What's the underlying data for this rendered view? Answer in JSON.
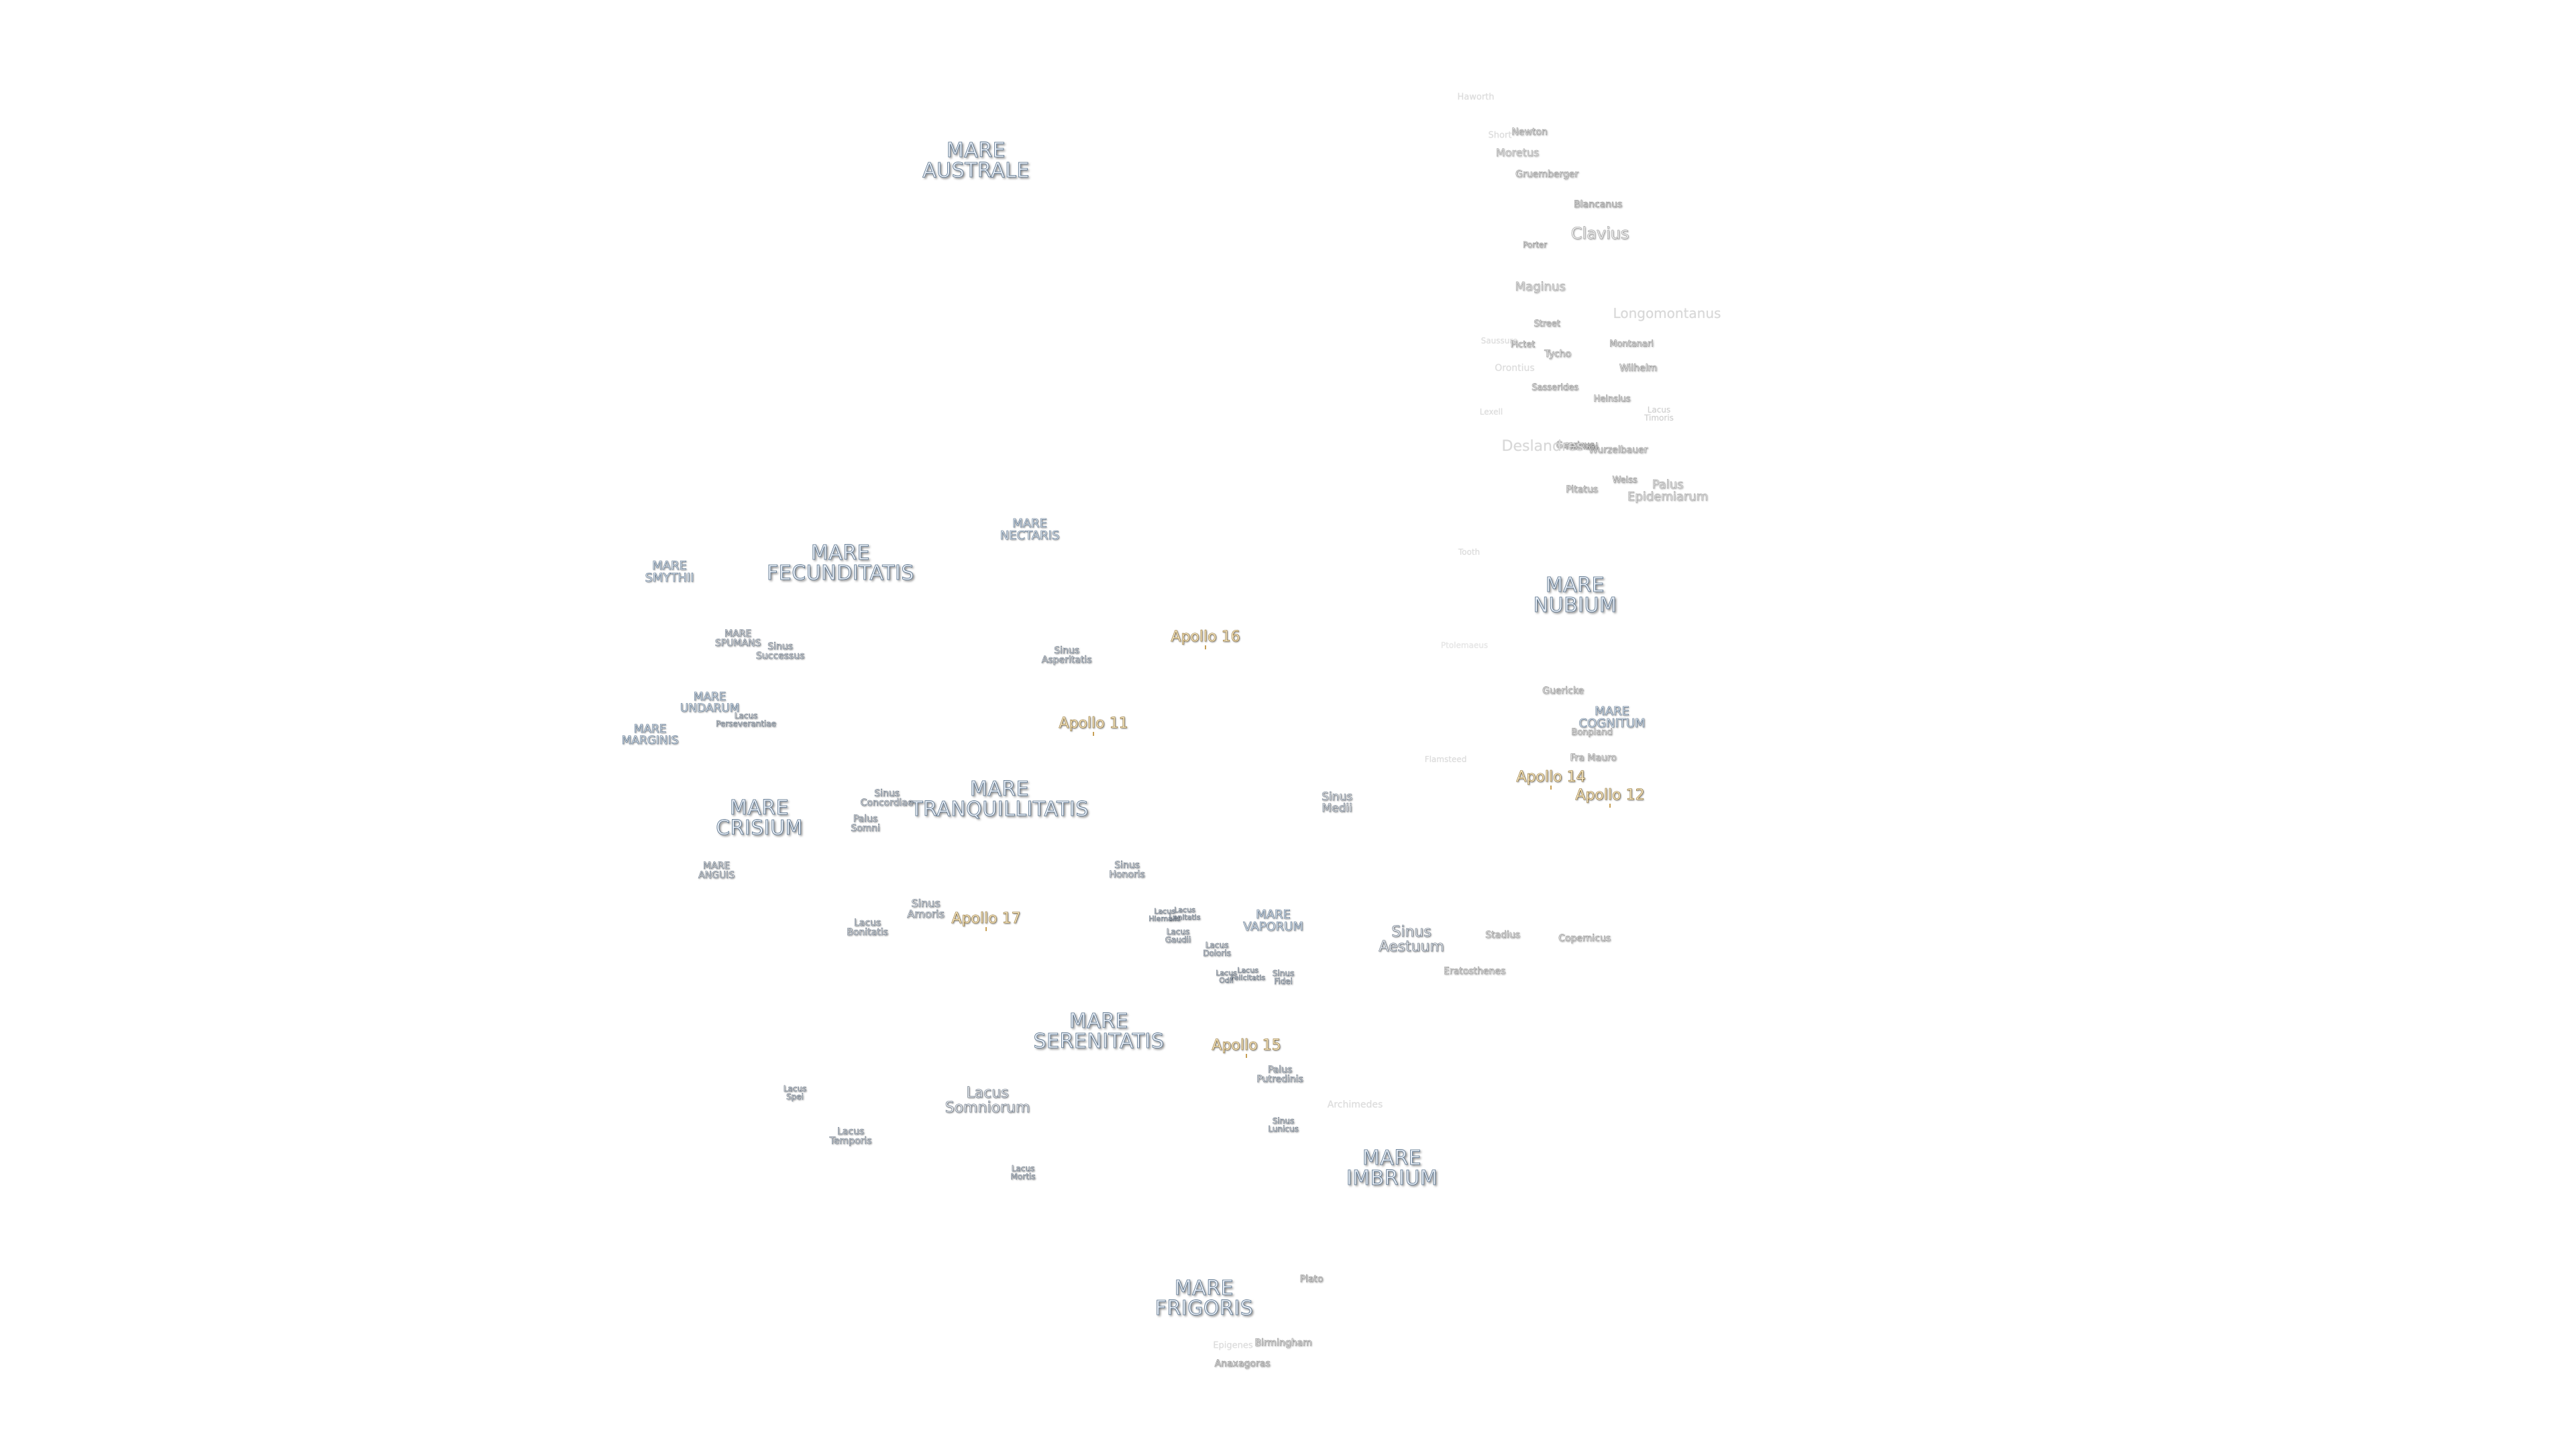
{
  "map": {
    "maria": [
      "MARE\nAUSTRALE",
      "MARE\nFECUNDITATIS",
      "MARE\nSMYTHII",
      "MARE\nNECTARIS",
      "MARE\nNUBIUM",
      "MARE\nCRISIUM",
      "MARE\nTRANQUILLITATIS",
      "MARE\nSERENITATIS",
      "MARE\nIMBRIUM",
      "MARE\nFRIGORIS"
    ],
    "small_maria": [
      "MARE\nSPUMANS",
      "MARE\nUNDARUM",
      "MARE\nMARGINIS",
      "MARE\nCOGNITUM",
      "MARE\nANGUIS",
      "MARE\nVAPORUM"
    ],
    "sinus_lacus": [
      "Sinus\nSuccessus",
      "Lacus\nPerseverantiae",
      "Sinus\nAsperitatis",
      "Sinus\nConcordiae",
      "Palus\nSomni",
      "Sinus\nMedii",
      "Sinus\nHonoris",
      "Sinus\nAmoris",
      "Lacus\nBonitatis",
      "Lacus\nHiemalis",
      "Lacus\nLenitatis",
      "Lacus\nGaudii",
      "Lacus\nDoloris",
      "Lacus\nOdii",
      "Lacus\nFelicitatis",
      "Sinus\nFidei",
      "Palus\nPutredinis",
      "Sinus\nLunicus",
      "Lacus\nSpei",
      "Lacus\nTemporis",
      "Lacus\nMortis",
      "Lacus\nTimoris"
    ],
    "sinus_lacus_medium": [
      "Sinus\nAestuum",
      "Lacus\nSomniorum"
    ],
    "apollo_sites": [
      "Apollo 16",
      "Apollo 11",
      "Apollo 17",
      "Apollo 15",
      "Apollo 14",
      "Apollo 12"
    ],
    "craters": [
      "Newton",
      "Moretus",
      "Gruemberger",
      "Blancanus",
      "Porter",
      "Street",
      "Pictet",
      "Tycho",
      "Montanari",
      "Wilhelm",
      "Sasserides",
      "Heinsius",
      "Gauricus",
      "Hainzel",
      "Wurzelbauer",
      "Pitatus",
      "Weiss",
      "Guericke",
      "Bonpland",
      "Fra Mauro",
      "Stadius",
      "Copernicus",
      "Eratosthenes",
      "Plato",
      "Birmingham",
      "Anaxagoras"
    ],
    "craters_large": [
      "Clavius"
    ],
    "craters_medium": [
      "Maginus",
      "Palus\nEpidemiarum"
    ],
    "faint_labels": [
      "Haworth",
      "Short",
      "Saussure",
      "Orontius",
      "Lexell",
      "Tooth",
      "Ptolemaeus",
      "Flamsteed",
      "Archimedes",
      "Epigenes"
    ],
    "faint_labels_large": [
      "Longomontanus",
      "Deslandres"
    ]
  }
}
